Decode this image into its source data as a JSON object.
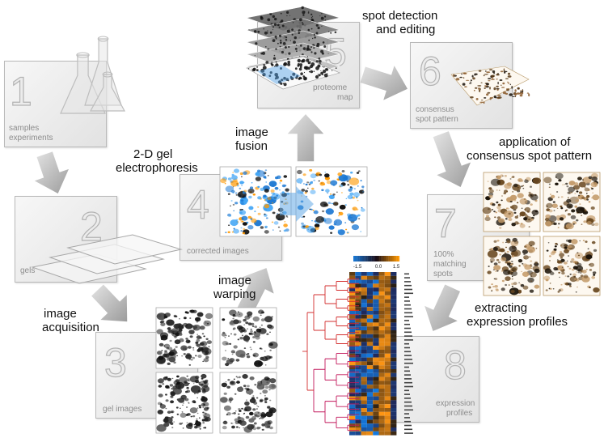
{
  "boxes": [
    {
      "number": "1",
      "label_lines": [
        "samples",
        "experiments"
      ]
    },
    {
      "number": "2",
      "label_lines": [
        "gels"
      ]
    },
    {
      "number": "3",
      "label_lines": [
        "gel images"
      ]
    },
    {
      "number": "4",
      "label_lines": [
        "corrected images"
      ]
    },
    {
      "number": "5",
      "label_lines": [
        "proteome",
        "map"
      ]
    },
    {
      "number": "6",
      "label_lines": [
        "consensus",
        "spot pattern"
      ]
    },
    {
      "number": "7",
      "label_lines": [
        "100%",
        "matching",
        "spots"
      ]
    },
    {
      "number": "8",
      "label_lines": [
        "expression",
        "profiles"
      ]
    }
  ],
  "steps": [
    {
      "lines": [
        "2-D gel",
        "electrophoresis"
      ]
    },
    {
      "lines": [
        "image",
        "acquisition"
      ]
    },
    {
      "lines": [
        "image",
        "warping"
      ]
    },
    {
      "lines": [
        "image",
        "fusion"
      ]
    },
    {
      "lines": [
        "spot detection",
        "and editing"
      ]
    },
    {
      "lines": [
        "application of",
        "consensus spot pattern"
      ]
    },
    {
      "lines": [
        "extracting",
        "expression profiles"
      ]
    }
  ],
  "heatmap": {
    "scale_ticks": [
      "-1.5",
      "0.0",
      "1.5"
    ]
  },
  "colors": {
    "box_text": "#b3b3b3",
    "arrow": "#b0b0b0",
    "heat_low": "#1976d2",
    "heat_high": "#ff9800",
    "dendrogram_red": "#d32f2f",
    "dendrogram_pink": "#c2185b"
  }
}
